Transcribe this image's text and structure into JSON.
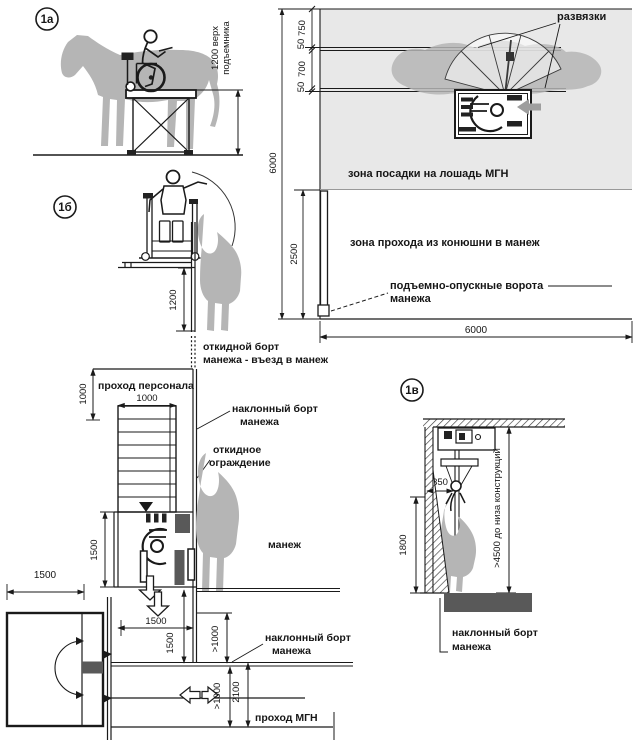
{
  "colors": {
    "line": "#1a1a1a",
    "zone_fill": "#e8e8e8",
    "silhouette": "#b5b5b5",
    "dark_fill": "#595959",
    "arrow_gray": "#9e9e9e",
    "background": "#ffffff"
  },
  "fig_1a": {
    "badge": "1а",
    "dim_1200_line1": "1200 верх",
    "dim_1200_line2": "подъемника"
  },
  "plan_mounting": {
    "label_razvyazki": "развязки",
    "zone_mounting": "зона посадки на лошадь МГН",
    "zone_passage": "зона прохода из конюшни в манеж",
    "label_gate_line1": "подъемно-опускные ворота",
    "label_gate_line2": "манежа",
    "dim_750": "750",
    "dim_50_top": "50",
    "dim_700": "700",
    "dim_50_bottom": "50",
    "dim_6000_left": "6000",
    "dim_2500": "2500",
    "dim_6000_bottom": "6000"
  },
  "fig_1b": {
    "badge": "1б",
    "dim_1200": "1200"
  },
  "plan_manege": {
    "label_folding_board_line1": "откидной борт",
    "label_folding_board_line2": "манежа - въезд в манеж",
    "label_staff_passage": "проход персонала",
    "dim_1000_v": "1000",
    "dim_1000_h": "1000",
    "label_inclined_board_line1": "наклонный борт",
    "label_inclined_board_line2": "манежа",
    "label_folding_fence_line1": "откидное",
    "label_folding_fence_line2": "ограждение",
    "label_manege": "манеж",
    "dim_1500_lift": "1500",
    "dim_1500_room": "1500",
    "dim_1500_h": "1500",
    "dim_1500_v": "1500",
    "dim_gt1000_upper": ">1000",
    "dim_2100": "2100",
    "dim_gt1000_lower": ">1000",
    "label_inclined_board_right_line1": "наклонный борт",
    "label_inclined_board_right_line2": "манежа",
    "label_mgn_passage": "проход МГН"
  },
  "fig_1v": {
    "badge": "1в",
    "dim_350": "350",
    "dim_1800": "1800",
    "dim_4500": ">4500 до низа конструкций",
    "label_inclined_board_line1": "наклонный борт",
    "label_inclined_board_line2": "манежа"
  }
}
